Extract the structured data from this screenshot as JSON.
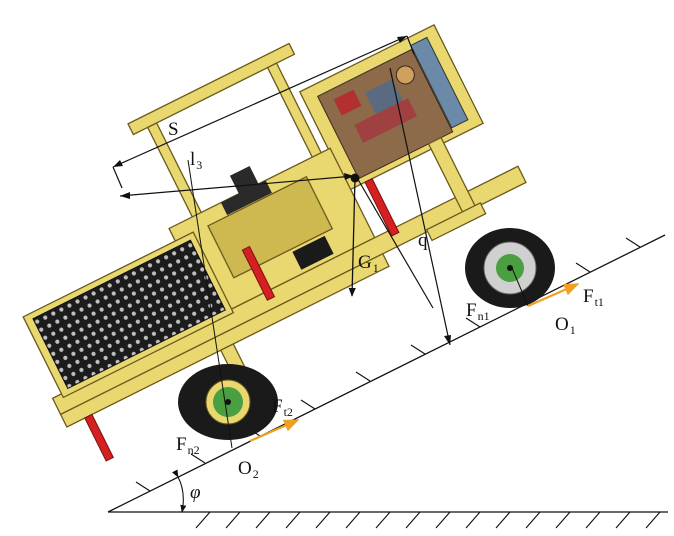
{
  "labels": {
    "S": "S",
    "l3_main": "l",
    "l3_sub": "3",
    "q": "q",
    "G1_main": "G",
    "G1_sub": "1",
    "Fn1_main": "F",
    "Fn1_sub": "n1",
    "Ft1_main": "F",
    "Ft1_sub": "t1",
    "O1_main": "O",
    "O1_sub": "1",
    "Fn2_main": "F",
    "Fn2_sub": "n2",
    "Ft2_main": "F",
    "Ft2_sub": "t2",
    "O2_main": "O",
    "O2_sub": "2",
    "phi": "φ"
  },
  "colors": {
    "frame": "#e9d770",
    "frame_edge": "#6b5a1c",
    "cylinder": "#d42020",
    "tire": "#1a1a1a",
    "hub": "#4aa040",
    "force_arrow": "#f0a020",
    "solar_panel": "#1c1c1c"
  }
}
